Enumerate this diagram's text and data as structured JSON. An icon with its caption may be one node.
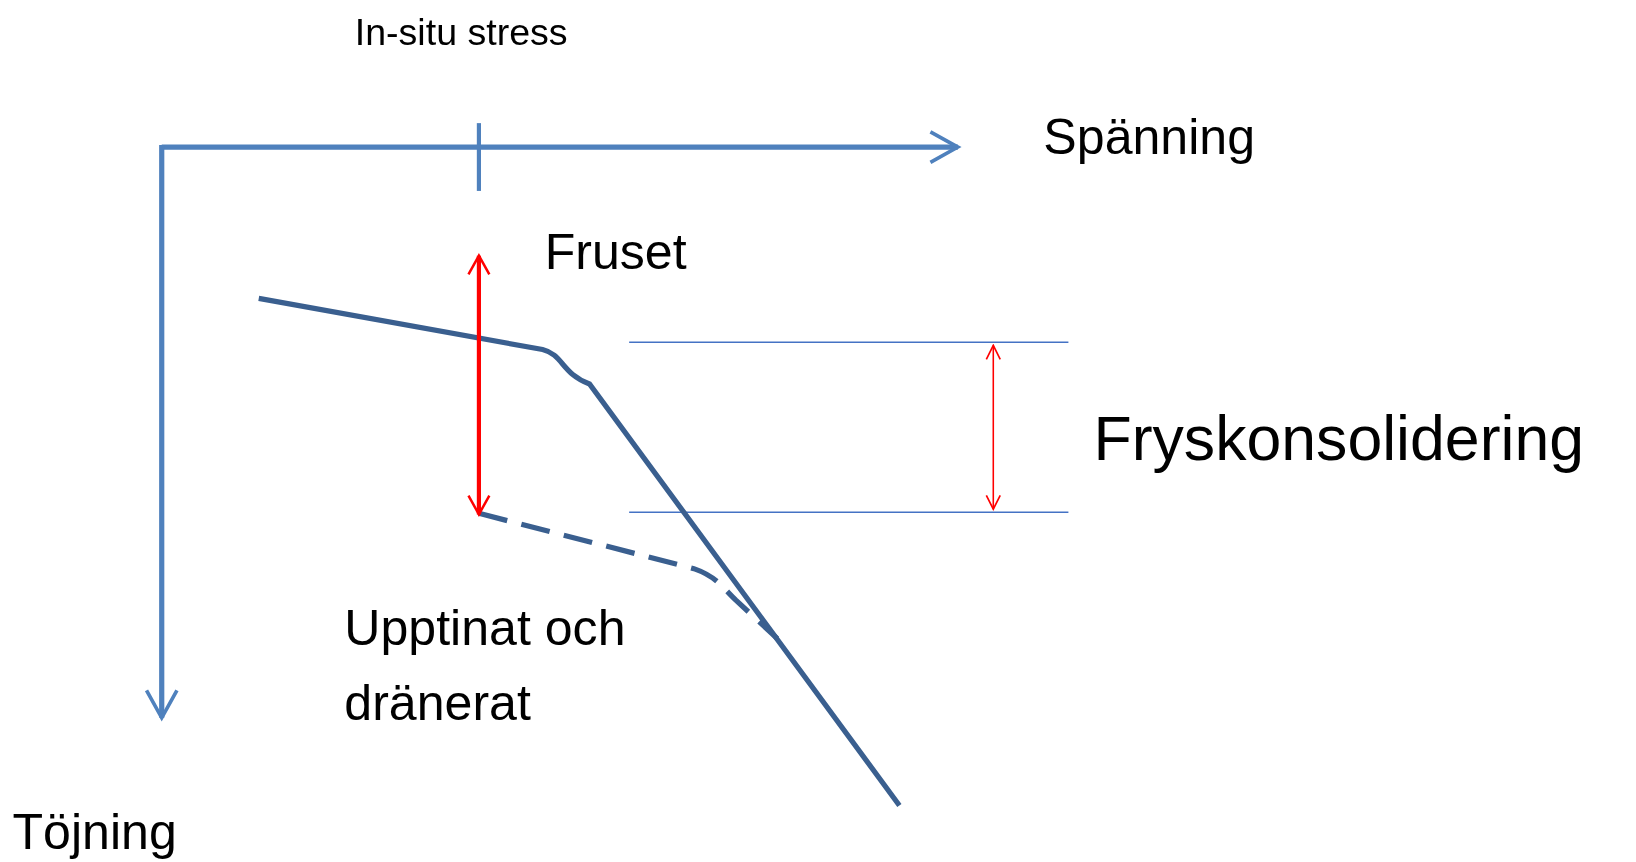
{
  "diagram": {
    "labels": [
      "In-situ stress",
      "Spänning",
      "Fruset",
      "Fryskonsolidering",
      "Upptinat och dränerat",
      "Töjning"
    ]
  }
}
